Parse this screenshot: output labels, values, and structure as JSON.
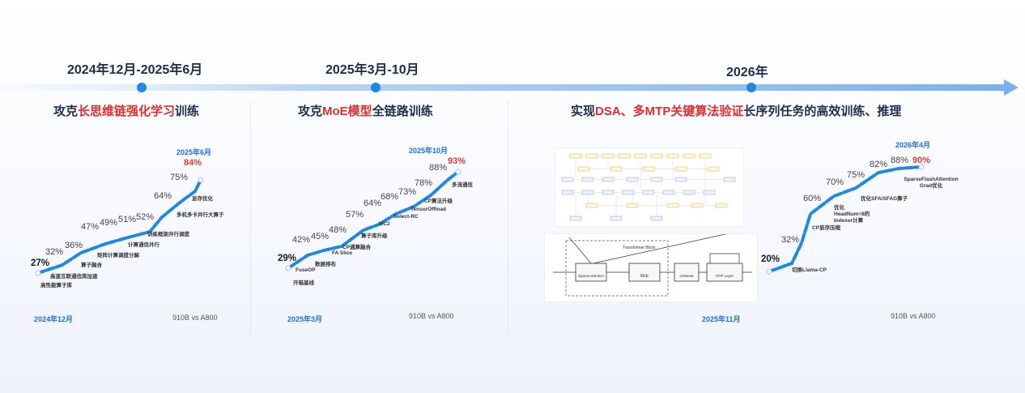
{
  "timeline": {
    "stages": [
      {
        "period": "2024年12月-2025年6月"
      },
      {
        "period": "2025年3月-10月"
      },
      {
        "period": "2026年"
      }
    ]
  },
  "sections": [
    {
      "heading": {
        "pre": "攻克",
        "hl": "长思维链强化学习",
        "post": "训练"
      },
      "start_date": "2024年12月",
      "end_date": "2025年6月",
      "comparison": "910B vs A800",
      "series": [
        {
          "value": "27%",
          "label": "高性能算子库"
        },
        {
          "value": "32%",
          "label": "高速互联通信库加速"
        },
        {
          "value": "36%",
          "label": "算子融合"
        },
        {
          "value": "47%",
          "label": "矩阵计算调度分解"
        },
        {
          "value": "49%",
          "label": ""
        },
        {
          "value": "51%",
          "label": "计算通信并行"
        },
        {
          "value": "52%",
          "label": "训练框架并行调度"
        },
        {
          "value": "64%",
          "label": "多机多卡并行大算子"
        },
        {
          "value": "75%",
          "label": "显存优化"
        },
        {
          "value": "84%",
          "label": ""
        }
      ]
    },
    {
      "heading": {
        "pre": "攻克",
        "hl": "MoE模型",
        "post": "全链路训练"
      },
      "start_date": "2025年3月",
      "end_date": "2025年10月",
      "comparison": "910B vs A800",
      "series": [
        {
          "value": "29%",
          "label": "开箱基线"
        },
        {
          "value": "42%",
          "label": "FuseOP"
        },
        {
          "value": "45%",
          "label": "数据排布"
        },
        {
          "value": "48%",
          "label": "FA Slice"
        },
        {
          "value": "57%",
          "label": "CP通算融合"
        },
        {
          "value": "64%",
          "label": "算子库升级"
        },
        {
          "value": "68%",
          "label": "MC2"
        },
        {
          "value": "73%",
          "label": "Select-RC"
        },
        {
          "value": "78%",
          "label": "TensorOffload"
        },
        {
          "value": "88%",
          "label": "CP算法升级"
        },
        {
          "value": "93%",
          "label": "多流通信"
        }
      ]
    },
    {
      "heading": {
        "pre": "实现",
        "hl": "DSA、多MTP关键算法验证",
        "post": "长序列任务的高效训练、推理"
      },
      "start_date": "2025年11月",
      "end_date": "2026年4月",
      "comparison": "910B vs A800",
      "series": [
        {
          "value": "20%",
          "label": "切换Llama-CP"
        },
        {
          "value": "32%",
          "label": "CP显存压缩"
        },
        {
          "value": "60%",
          "label": ""
        },
        {
          "value": "70%",
          "label": "优化HeadNum=8的Indexer计算"
        },
        {
          "value": "75%",
          "label": "优化SFA/SFAG算子"
        },
        {
          "value": "82%",
          "label": "SparseFlashAttention Grad优化"
        },
        {
          "value": "88%",
          "label": ""
        },
        {
          "value": "90%",
          "label": ""
        }
      ],
      "diagram": {
        "block_title": "Transformer Block",
        "blocks": [
          "SparseAttention",
          "MoE",
          "LMHead",
          "MTP Layer"
        ]
      }
    }
  ],
  "colors": {
    "accent": "#1e88e5",
    "highlight": "#e02d2d",
    "text": "#1f2d4d"
  }
}
